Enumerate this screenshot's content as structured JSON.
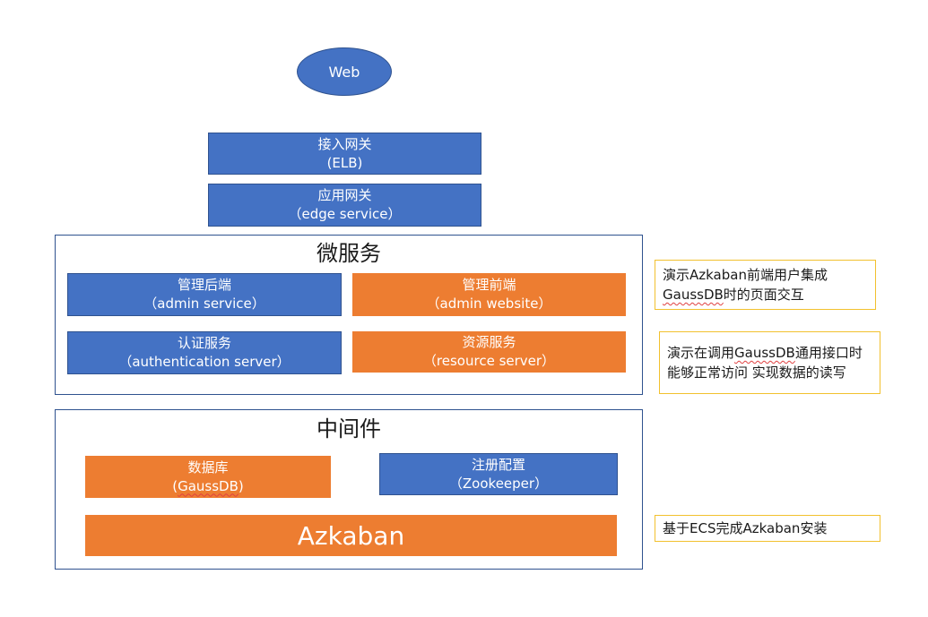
{
  "web": {
    "label": "Web"
  },
  "gateways": [
    {
      "title": "接入网关",
      "subtitle": "(ELB)"
    },
    {
      "title": "应用网关",
      "subtitle": "（edge service）"
    }
  ],
  "microservices": {
    "title": "微服务",
    "items": [
      {
        "title": "管理后端",
        "subtitle": "（admin service）"
      },
      {
        "title": "管理前端",
        "subtitle": "（admin website）"
      },
      {
        "title": "认证服务",
        "subtitle": "（authentication server）"
      },
      {
        "title": "资源服务",
        "subtitle": "（resource server）"
      }
    ]
  },
  "middleware": {
    "title": "中间件",
    "items": [
      {
        "title": "数据库",
        "subtitle_prefix": "(",
        "subtitle_word": "GaussDB",
        "subtitle_suffix": ")"
      },
      {
        "title": "注册配置",
        "subtitle": "（Zookeeper）"
      }
    ],
    "azkaban": "Azkaban"
  },
  "notes": [
    {
      "line1": "演示Azkaban前端用户集成",
      "line2_word": "GaussDB",
      "line2_rest": "时的页面交互"
    },
    {
      "line1_prefix": "演示在调用",
      "line1_word": "GaussDB",
      "line1_rest": "通用接口时",
      "line2": "能够正常访问 实现数据的读写"
    },
    {
      "line1": "基于ECS完成Azkaban安装"
    }
  ],
  "colors": {
    "blue": "#4472c4",
    "orange": "#ed7d31",
    "note_border": "#f2c12e",
    "group_border": "#2f528f"
  }
}
